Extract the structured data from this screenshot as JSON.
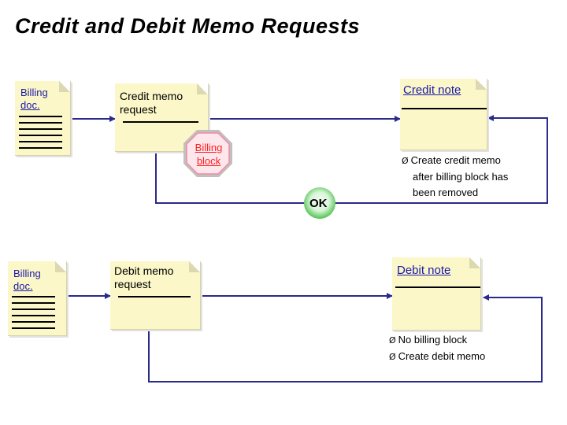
{
  "title": "Credit and Debit Memo Requests",
  "top_row": {
    "billing_doc": {
      "line1": "Billing",
      "line2": "doc."
    },
    "credit_memo_request": {
      "line1": "Credit memo",
      "line2": "request"
    },
    "billing_block": {
      "line1": "Billing",
      "line2": "block"
    },
    "ok_label": "OK",
    "credit_note": {
      "label": "Credit note"
    },
    "credit_note_description": {
      "bullet": "Ø",
      "line1": "Create credit memo",
      "line2": "after billing block has",
      "line3": "been removed"
    }
  },
  "bottom_row": {
    "billing_doc": {
      "line1": "Billing",
      "line2": "doc."
    },
    "debit_memo_request": {
      "line1": "Debit memo",
      "line2": "request"
    },
    "debit_note": {
      "label": "Debit note"
    },
    "debit_note_description": {
      "bullet": "Ø",
      "item1": "No billing block",
      "item2": "Create debit memo"
    }
  },
  "colors": {
    "document_fill": "#fbf7c8",
    "arrow": "#2a2a8a",
    "link_text": "#1a1aa8",
    "block_text": "#ff2020",
    "ok_green": "#3cb43c"
  },
  "icons": {
    "document": "document-icon",
    "billing_block": "stop-octagon-icon",
    "ok": "ok-circle-icon",
    "bullet": "arrow-bullet-icon"
  }
}
